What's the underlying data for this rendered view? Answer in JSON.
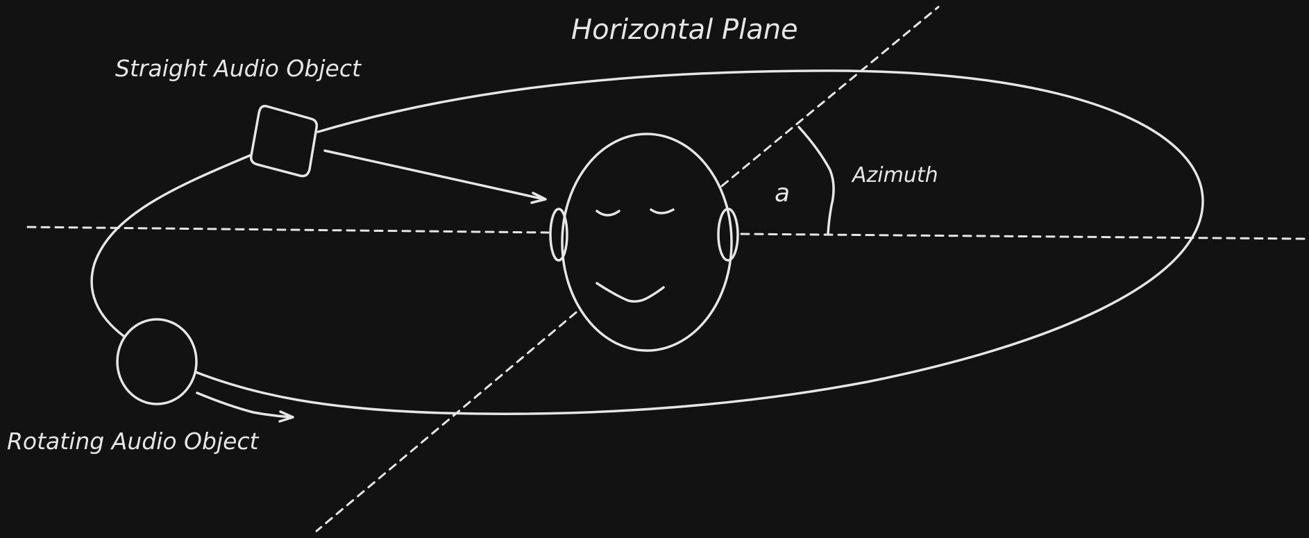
{
  "diagram": {
    "title": "Horizontal Plane",
    "labels": {
      "straight_object": "Straight Audio Object",
      "rotating_object": "Rotating Audio Object",
      "azimuth": "Azimuth",
      "angle_symbol": "a"
    },
    "colors": {
      "background": "#121212",
      "stroke": "#e6e6e6"
    }
  }
}
